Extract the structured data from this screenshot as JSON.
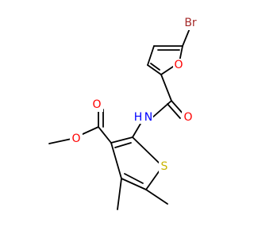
{
  "structure": {
    "atoms": {
      "br": "Br",
      "o_furan": "O",
      "o_amide": "O",
      "nh": "H",
      "n": "N",
      "s": "S",
      "o_ester_carbonyl": "O",
      "o_ester_single": "O"
    }
  }
}
